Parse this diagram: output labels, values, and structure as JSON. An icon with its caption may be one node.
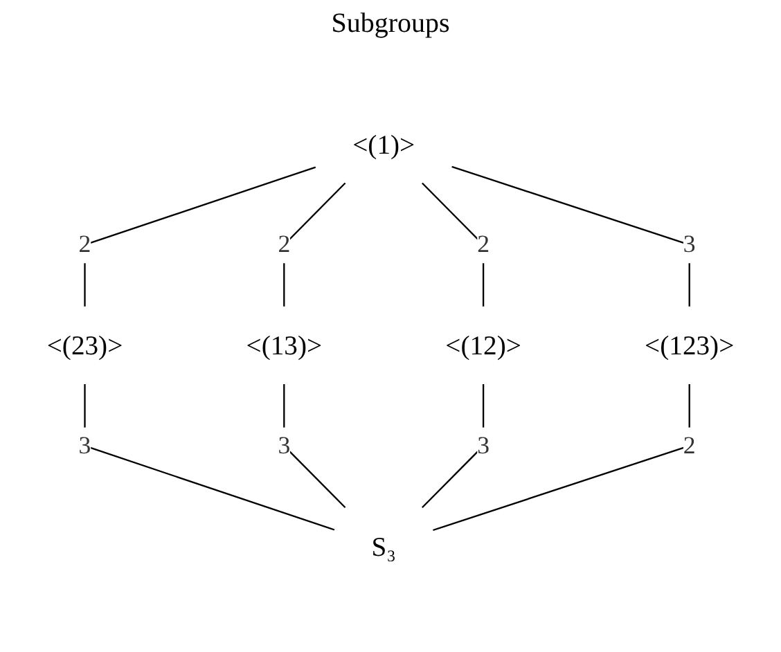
{
  "diagram": {
    "title": "Subgroups",
    "nodes": [
      {
        "text": [
          "<(1)>"
        ]
      },
      {
        "text": [
          "<(23)>"
        ]
      },
      {
        "text": [
          "<(13)>"
        ]
      },
      {
        "text": [
          "<(12)>"
        ]
      },
      {
        "text": [
          "<(123)>"
        ]
      },
      {
        "text": [
          "S₃"
        ]
      }
    ],
    "edges": [
      {
        "from": 0,
        "to": 3,
        "arrow": "none",
        "label": "2"
      },
      {
        "from": 0,
        "to": 2,
        "arrow": "none",
        "label": "2"
      },
      {
        "from": 0,
        "to": 1,
        "arrow": "none",
        "label": "2"
      },
      {
        "from": 0,
        "to": 4,
        "arrow": "none",
        "label": "3"
      },
      {
        "from": 1,
        "to": 5,
        "arrow": "none",
        "label": "3"
      },
      {
        "from": 2,
        "to": 5,
        "arrow": "none",
        "label": "3"
      },
      {
        "from": 3,
        "to": 5,
        "arrow": "none",
        "label": "3"
      },
      {
        "from": 4,
        "to": 5,
        "arrow": "none",
        "label": "2"
      }
    ]
  }
}
